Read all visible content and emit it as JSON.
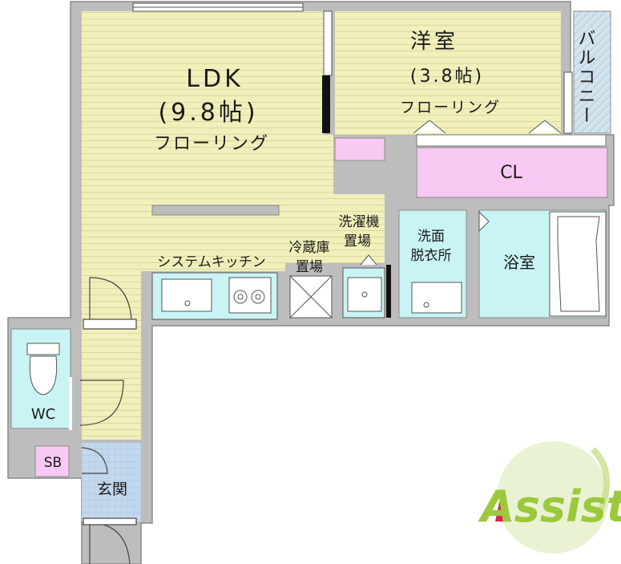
{
  "rooms": {
    "ldk": {
      "name": "LDK",
      "size": "(9.8帖)",
      "floor": "フローリング"
    },
    "western": {
      "name": "洋室",
      "size": "(3.8帖)",
      "floor": "フローリング"
    },
    "closet": "CL",
    "balcony": "バルコニー",
    "kitchen": "システムキッチン",
    "fridge_line1": "冷蔵庫",
    "fridge_line2": "置場",
    "washer_line1": "洗濯機",
    "washer_line2": "置場",
    "washroom_line1": "洗面",
    "washroom_line2": "脱衣所",
    "bath": "浴室",
    "toilet": "WC",
    "shoebox": "SB",
    "entrance": "玄関"
  },
  "logo": {
    "text": "Assist"
  },
  "colors": {
    "wood_floor": "#f1f0bb",
    "wood_line": "#d9d8a2",
    "wet_area": "#c9f3f4",
    "closet": "#f8c9f3",
    "tile": "#c3d8ee",
    "wall": "#bdbdbd",
    "logo_green": "#9cc93c",
    "logo_red": "#d6224d"
  }
}
